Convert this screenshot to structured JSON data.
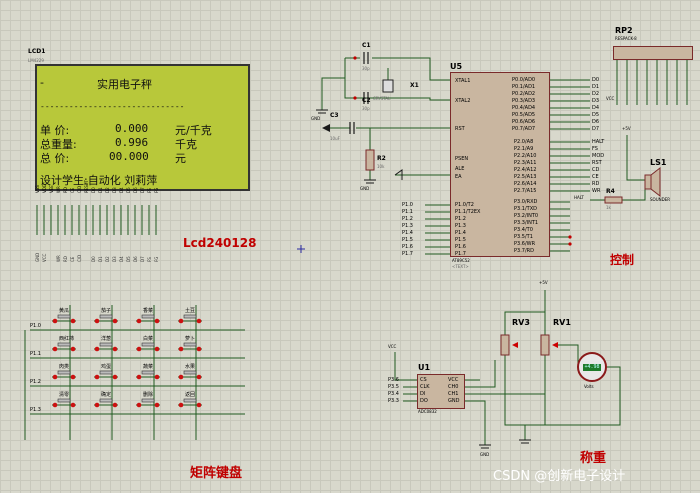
{
  "lcd": {
    "ref": "LCD1",
    "part": "LM4229",
    "title_dash": "-",
    "title": "实用电子秤",
    "separator": "------------------------------",
    "row1_label": "单  价:",
    "row1_value": "0.000",
    "row1_unit": "元/千克",
    "row2_label": "总重量:",
    "row2_value": "0.996",
    "row2_unit": "千克",
    "row3_label": "总  价:",
    "row3_value": "00.000",
    "row3_unit": "元",
    "designer": "设计学生:自动化 刘莉萍",
    "section_label": "Lcd240128",
    "pins": [
      "VSS",
      "VDD",
      "VEE",
      "WR",
      "RD",
      "CE",
      "C/D",
      "RESET",
      "D0",
      "D1",
      "D2",
      "D3",
      "D4",
      "D5",
      "D6",
      "D7",
      "FS",
      "FG"
    ],
    "nets": [
      "GND",
      "VCC",
      "",
      "WR",
      "RD",
      "CE",
      "C/D",
      "",
      "D0",
      "D1",
      "D2",
      "D3",
      "D4",
      "D5",
      "D6",
      "D7",
      "FS",
      "FG"
    ]
  },
  "mcu": {
    "ref": "U5",
    "part": "AT89C52",
    "text_tag": "<TEXT>",
    "left_pins": [
      "XTAL1",
      "XTAL2",
      "RST",
      "PSEN",
      "ALE",
      "EA"
    ],
    "left_pins2": [
      "P1.0/T2",
      "P1.1/T2EX",
      "P1.2",
      "P1.3",
      "P1.4",
      "P1.5",
      "P1.6",
      "P1.7"
    ],
    "right_p0": [
      "P0.0/AD0",
      "P0.1/AD1",
      "P0.2/AD2",
      "P0.3/AD3",
      "P0.4/AD4",
      "P0.5/AD5",
      "P0.6/AD6",
      "P0.7/AD7"
    ],
    "p0_nets": [
      "D0",
      "D1",
      "D2",
      "D3",
      "D4",
      "D5",
      "D6",
      "D7"
    ],
    "right_p2": [
      "P2.0/A8",
      "P2.1/A9",
      "P2.2/A10",
      "P2.3/A11",
      "P2.4/A12",
      "P2.5/A13",
      "P2.6/A14",
      "P2.7/A15"
    ],
    "p2_nets": [
      "HALT",
      "FS",
      "MOD",
      "RST",
      "CD",
      "CE",
      "RD",
      "WR"
    ],
    "right_p3": [
      "P3.0/RXD",
      "P3.1/TXD",
      "P3.2/INT0",
      "P3.3/INT1",
      "P3.4/T0",
      "P3.5/T1",
      "P3.6/WR",
      "P3.7/RD"
    ],
    "p1_nets": [
      "P1.0",
      "P1.1",
      "P1.2",
      "P1.3",
      "P1.4",
      "P1.5",
      "P1.6",
      "P1.7"
    ]
  },
  "crystal": {
    "c1": "C1",
    "c1_val": "30p",
    "c2": "C2",
    "c2_val": "30p",
    "x1": "X1",
    "x1_val": "CRYSTAL",
    "c3": "C3",
    "c3_val": "10uF",
    "r2": "R2",
    "r2_val": "10k",
    "gnd": "GND"
  },
  "resnet": {
    "ref": "RP2",
    "part": "RESPACK-8",
    "vcc": "VCC"
  },
  "sounder": {
    "ref": "LS1",
    "part": "SOUNDER",
    "r4": "R4",
    "r4_val": "1k",
    "plus5v": "+5V",
    "net": "HALT"
  },
  "control_label": "控制",
  "keypad": {
    "label": "矩阵键盘",
    "rows": [
      "P1.0",
      "P1.1",
      "P1.2",
      "P1.3"
    ],
    "keys": [
      [
        "黄瓜",
        "茄子",
        "香菜",
        "土豆"
      ],
      [
        "西红柿",
        "洋葱",
        "白菜",
        "萝卜"
      ],
      [
        "肉类",
        "鸡蛋",
        "蔬菜",
        "水果"
      ],
      [
        "清零",
        "确定",
        "删除",
        "返回"
      ]
    ]
  },
  "adc": {
    "ref": "U1",
    "part": "ADC0832",
    "pins_left": [
      "CS",
      "CLK",
      "DI",
      "DO"
    ],
    "pins_right": [
      "VCC",
      "CH0",
      "CH1",
      "GND"
    ],
    "nets_left": [
      "P3.6",
      "P3.5",
      "P3.4",
      "P3.3"
    ],
    "vcc": "VCC",
    "gnd": "GND"
  },
  "weigh": {
    "label": "称重",
    "rv3": "RV3",
    "rv1": "RV1",
    "plus5v": "+5V",
    "meter_val": "+4.98",
    "meter_unit": "Volts"
  },
  "watermark": "CSDN @创新电子设计"
}
